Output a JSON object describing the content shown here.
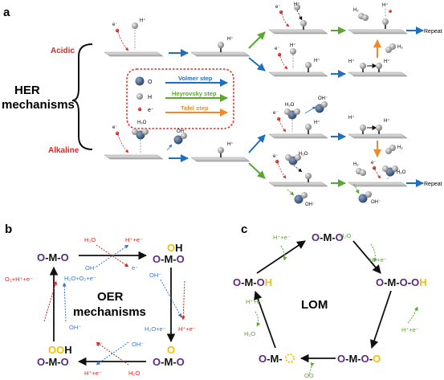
{
  "panels": {
    "a": "a",
    "b": "b",
    "c": "c"
  },
  "her": {
    "title_line1": "HER",
    "title_line2": "mechanisms",
    "acidic": "Acidic",
    "alkaline": "Alkaline",
    "repeat": "Repeat",
    "legend": {
      "o": "O",
      "h": "H",
      "e": "e⁻",
      "volmer": "Volmer step",
      "heyrovsky": "Heyrovsky step",
      "tafel": "Tafel step"
    },
    "labels": {
      "e": "e⁻",
      "hplus": "H⁺",
      "h2": "H₂",
      "h2o": "H₂O",
      "ohminus": "OH⁻"
    }
  },
  "oer": {
    "center_line1": "OER",
    "center_line2": "mechanisms",
    "lom": "LOM"
  },
  "colors": {
    "purple": "#5b2a86",
    "gold": "#f5c000",
    "red": "#e8231d",
    "blue": "#3a78c2",
    "green": "#5aa832",
    "orange": "#ee8a2a",
    "arrow_blue": "#1f6fc1",
    "dark": "#111111"
  }
}
